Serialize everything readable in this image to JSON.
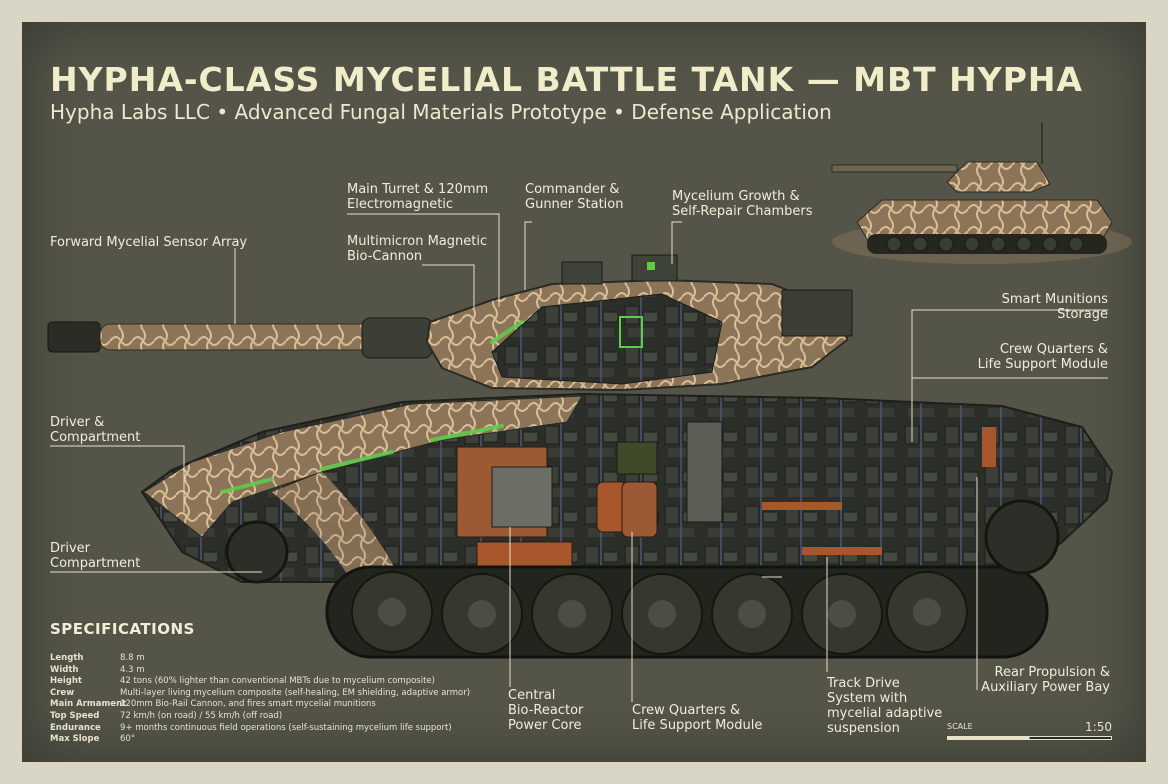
{
  "title": "HYPHA-CLASS MYCELIAL BATTLE TANK — MBT HYPHA",
  "subtitle": "Hypha Labs LLC • Advanced Fungal Materials Prototype • Defense Application",
  "callouts": {
    "main_turret": "Main Turret & 120mm\nElectromagnetic",
    "commander": "Commander &\nGunner Station",
    "growth": "Mycelium Growth &\nSelf-Repair Chambers",
    "sensor": "Forward Mycelial Sensor Array",
    "biocannon": "Multimicron Magnetic\nBio-Cannon",
    "smart_munitions": "Smart Munitions\nStorage",
    "crew_quarters_top": "Crew Quarters &\nLife Support Module",
    "driver_upper": "Driver &\nCompartment",
    "driver_lower": "Driver\nCompartment",
    "power_core": "Central\nBio-Reactor\nPower Core",
    "crew_quarters_bottom": "Crew Quarters &\nLife Support Module",
    "track_drive": "Track Drive\nSystem with\nmycelial adaptive\nsuspension",
    "rear_propulsion": "Rear Propulsion &\nAuxiliary Power Bay"
  },
  "specs": {
    "heading": "SPECIFICATIONS",
    "rows": [
      {
        "key": "Length",
        "value": "8.8 m"
      },
      {
        "key": "Width",
        "value": "4.3 m"
      },
      {
        "key": "Height",
        "value": "42 tons (60% lighter than conventional MBTs due to mycelium composite)"
      },
      {
        "key": "Crew",
        "value": "Multi-layer living mycelium composite (self-healing, EM shielding, adaptive armor)"
      },
      {
        "key": "Main Armament",
        "value": "120mm Bio-Rail Cannon, and fires smart mycelial munitions"
      },
      {
        "key": "Top Speed",
        "value": "72 km/h (on road) / 55 km/h (off road)"
      },
      {
        "key": "Endurance",
        "value": "9+ months continuous field operations (self-sustaining mycelium life support)"
      },
      {
        "key": "Max Slope",
        "value": "60°"
      }
    ]
  },
  "scale": {
    "word": "SCALE",
    "ratio": "1:50"
  },
  "colors": {
    "background": "#545548",
    "mycelium": "#b89a78",
    "hull": "#3f4339",
    "accent_green": "#5ccf4a",
    "rust": "#a8572c",
    "text": "#f1ecd8"
  }
}
